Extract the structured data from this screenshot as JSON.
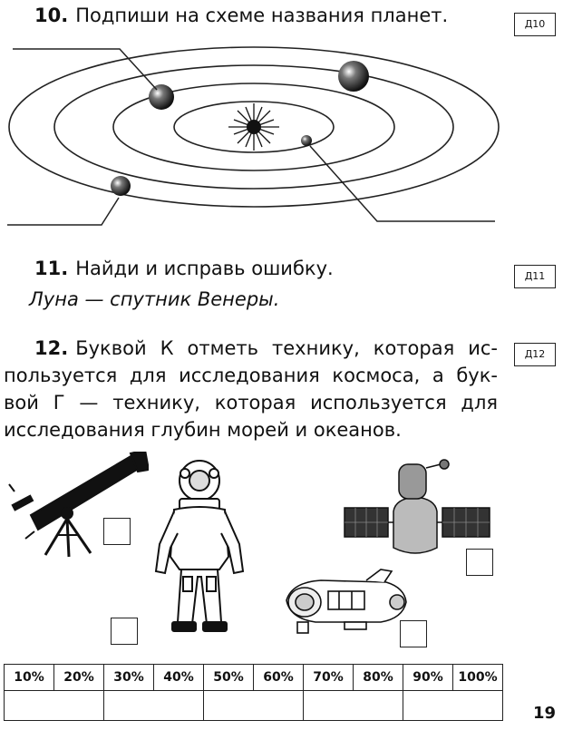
{
  "task10": {
    "number": "10.",
    "text": "Подпиши на схеме названия планет.",
    "tag": "Д10"
  },
  "task11": {
    "number": "11.",
    "text": "Найди и исправь ошибку.",
    "statement": "Луна — спутник Венеры.",
    "tag": "Д11"
  },
  "task12": {
    "number": "12.",
    "lines": [
      "Буквой К отметь технику, которая ис-",
      "пользуется для исследования космоса, а бук-",
      "вой Г — технику, которая используется для",
      "исследования глубин морей и океанов."
    ],
    "tag": "Д12",
    "items": [
      {
        "icon": "telescope-icon"
      },
      {
        "icon": "diving-suit-icon"
      },
      {
        "icon": "satellite-icon"
      },
      {
        "icon": "bathyscaphe-icon"
      }
    ]
  },
  "grid": {
    "headers": [
      "10%",
      "20%",
      "30%",
      "40%",
      "50%",
      "60%",
      "70%",
      "80%",
      "90%",
      "100%"
    ]
  },
  "page_number": "19"
}
